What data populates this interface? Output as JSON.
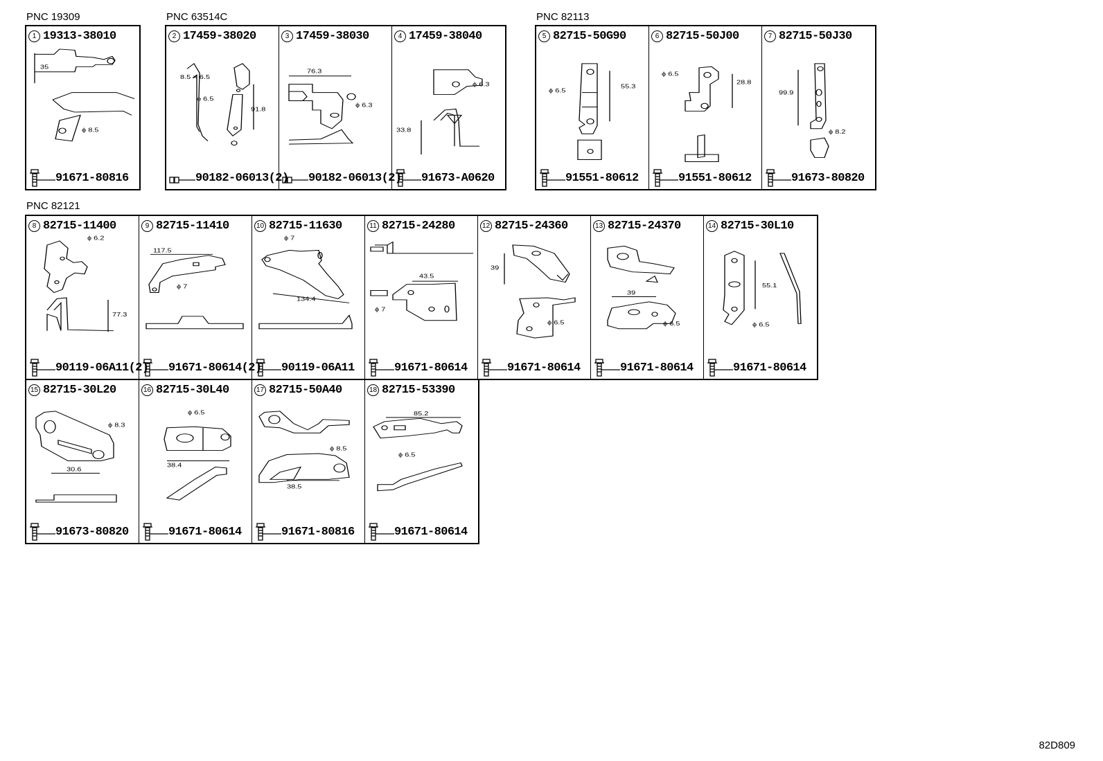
{
  "groups": [
    {
      "label": "PNC 19309"
    },
    {
      "label": "PNC 63514C"
    },
    {
      "label": "PNC 82113"
    },
    {
      "label": "PNC 82121"
    }
  ],
  "parts": [
    {
      "num": "1",
      "part": "19313-38010",
      "bolt": "91671-80816",
      "dims": [
        "35",
        "ϕ 8.5"
      ]
    },
    {
      "num": "2",
      "part": "17459-38020",
      "bolt": "90182-06013(2)",
      "dims": [
        "8.5 × 6.5",
        "91.8",
        "ϕ 6.5"
      ]
    },
    {
      "num": "3",
      "part": "17459-38030",
      "bolt": "90182-06013(2)",
      "dims": [
        "76.3",
        "ϕ 6.3"
      ]
    },
    {
      "num": "4",
      "part": "17459-38040",
      "bolt": "91673-A0620",
      "dims": [
        "ϕ 6.3",
        "33.8"
      ]
    },
    {
      "num": "5",
      "part": "82715-50G90",
      "bolt": "91551-80612",
      "dims": [
        "ϕ 6.5",
        "55.3"
      ]
    },
    {
      "num": "6",
      "part": "82715-50J00",
      "bolt": "91551-80612",
      "dims": [
        "ϕ 6.5",
        "28.8"
      ]
    },
    {
      "num": "7",
      "part": "82715-50J30",
      "bolt": "91673-80820",
      "dims": [
        "99.9",
        "ϕ 8.2"
      ]
    },
    {
      "num": "8",
      "part": "82715-11400",
      "bolt": "90119-06A11(2)",
      "dims": [
        "ϕ 6.2",
        "77.3"
      ]
    },
    {
      "num": "9",
      "part": "82715-11410",
      "bolt": "91671-80614(2)",
      "dims": [
        "117.5",
        "ϕ 7"
      ]
    },
    {
      "num": "10",
      "part": "82715-11630",
      "bolt": "90119-06A11",
      "dims": [
        "ϕ 7",
        "134.4"
      ]
    },
    {
      "num": "11",
      "part": "82715-24280",
      "bolt": "91671-80614",
      "dims": [
        "43.5",
        "ϕ 7"
      ]
    },
    {
      "num": "12",
      "part": "82715-24360",
      "bolt": "91671-80614",
      "dims": [
        "39",
        "ϕ 6.5"
      ]
    },
    {
      "num": "13",
      "part": "82715-24370",
      "bolt": "91671-80614",
      "dims": [
        "39",
        "ϕ 6.5"
      ]
    },
    {
      "num": "14",
      "part": "82715-30L10",
      "bolt": "91671-80614",
      "dims": [
        "55.1",
        "ϕ 6.5"
      ]
    },
    {
      "num": "15",
      "part": "82715-30L20",
      "bolt": "91673-80820",
      "dims": [
        "ϕ 8.3",
        "30.6"
      ]
    },
    {
      "num": "16",
      "part": "82715-30L40",
      "bolt": "91671-80614",
      "dims": [
        "ϕ 6.5",
        "38.4"
      ]
    },
    {
      "num": "17",
      "part": "82715-50A40",
      "bolt": "91671-80816",
      "dims": [
        "ϕ 8.5",
        "38.5"
      ]
    },
    {
      "num": "18",
      "part": "82715-53390",
      "bolt": "91671-80614",
      "dims": [
        "85.2",
        "ϕ 6.5"
      ]
    }
  ],
  "diagram_code": "82D809"
}
